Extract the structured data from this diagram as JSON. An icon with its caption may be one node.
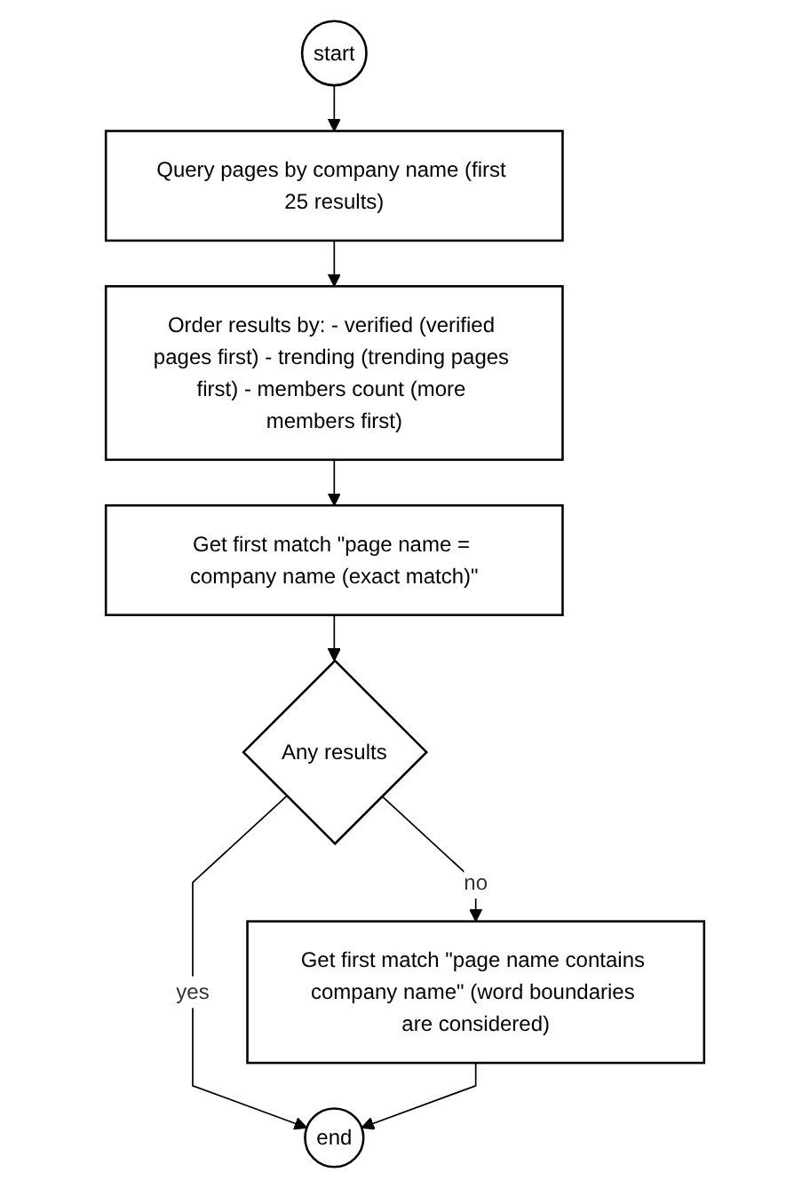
{
  "diagram": {
    "nodes": [
      {
        "text": [
          "start"
        ]
      },
      {
        "text": [
          "Query pages by company name (first 25 results)"
        ]
      },
      {
        "text": [
          "Order results by: - verified (verified pages first) - trending (trending pages first) - members count (more members first)"
        ]
      },
      {
        "text": [
          "Get first match \"page name = company name (exact match)\""
        ]
      },
      {
        "text": [
          "Any results"
        ]
      },
      {
        "text": [
          "Get first match \"page name contains company name\" (word boundaries are considered)"
        ]
      },
      {
        "text": [
          "end"
        ]
      }
    ],
    "edges": [
      {
        "from": 0,
        "to": 1,
        "arrow": "to"
      },
      {
        "from": 1,
        "to": 2,
        "arrow": "to"
      },
      {
        "from": 2,
        "to": 3,
        "arrow": "to"
      },
      {
        "from": 3,
        "to": 4,
        "arrow": "to"
      },
      {
        "from": 4,
        "to": 5,
        "label": "no",
        "arrow": "to"
      },
      {
        "from": 4,
        "to": 6,
        "label": "yes",
        "arrow": "to"
      },
      {
        "from": 5,
        "to": 6,
        "arrow": "to"
      }
    ]
  }
}
